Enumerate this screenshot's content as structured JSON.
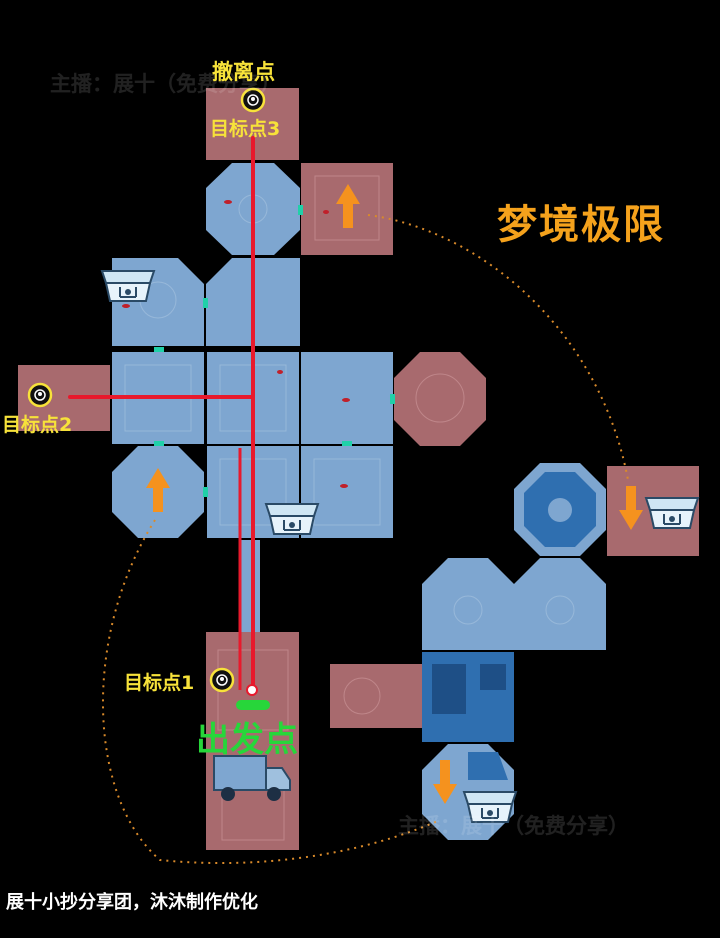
{
  "map_title": "梦境极限",
  "labels": {
    "extraction_point": "撤离点",
    "target_3": "目标点3",
    "target_2": "目标点2",
    "target_1": "目标点1",
    "start_point": "出发点"
  },
  "watermarks": {
    "top": "主播：展十（免费分享）",
    "bottom": "主播：展十（免费分享）"
  },
  "footer": "展十小抄分享团，沐沐制作优化",
  "colors": {
    "background": "#000000",
    "blue_room": "#7ea6d0",
    "dark_blue_room": "#2f6fb0",
    "red_room": "#a86a6e",
    "route_line": "#e8192c",
    "arrow": "#f5921e",
    "label_yellow": "#f7e23a",
    "start_green": "#27d63a",
    "title_orange": "#f5a21c",
    "dotted_path": "#d98a2a"
  },
  "icons": [
    "target-marker-icon",
    "up-arrow-icon",
    "down-arrow-icon",
    "treasure-chest-icon",
    "truck-icon"
  ]
}
